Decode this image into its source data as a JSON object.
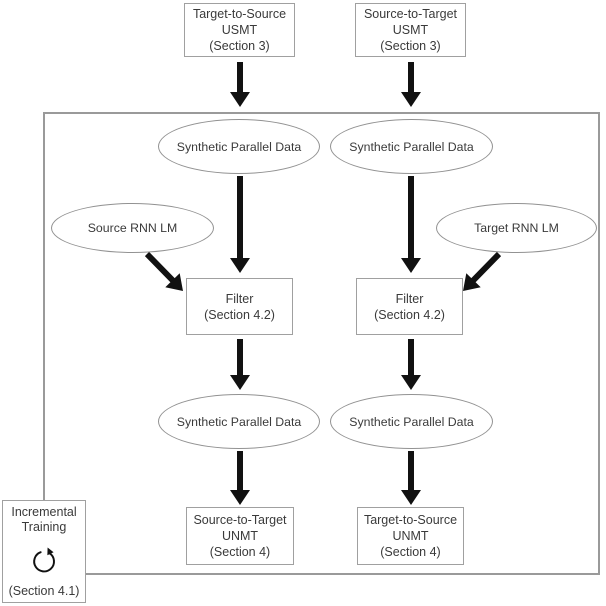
{
  "figure": {
    "boxes": {
      "tts_usmt": {
        "l1": "Target-to-Source",
        "l2": "USMT",
        "l3": "(Section 3)"
      },
      "stt_usmt": {
        "l1": "Source-to-Target",
        "l2": "USMT",
        "l3": "(Section 3)"
      },
      "filter_left": {
        "l1": "Filter",
        "l2": "(Section 4.2)"
      },
      "filter_right": {
        "l1": "Filter",
        "l2": "(Section 4.2)"
      },
      "stt_unmt": {
        "l1": "Source-to-Target",
        "l2": "UNMT",
        "l3": "(Section 4)"
      },
      "tts_unmt": {
        "l1": "Target-to-Source",
        "l2": "UNMT",
        "l3": "(Section 4)"
      },
      "incremental": {
        "l1": "Incremental",
        "l2": "Training",
        "l3": "(Section 4.1)"
      }
    },
    "ellipses": {
      "spd_top_left": "Synthetic Parallel Data",
      "spd_top_right": "Synthetic Parallel Data",
      "source_rnn_lm": "Source RNN LM",
      "target_rnn_lm": "Target RNN LM",
      "spd_bottom_left": "Synthetic Parallel Data",
      "spd_bottom_right": "Synthetic Parallel Data"
    },
    "icons": {
      "incremental_rotation": "circular-rotation-arrow"
    },
    "colors": {
      "background": "#ffffff",
      "box_border": "#a0a0a0",
      "ellipse_border": "#929292",
      "frame_border": "#9a9a9a",
      "arrow": "#111111",
      "text": "#3a3a3a"
    }
  }
}
